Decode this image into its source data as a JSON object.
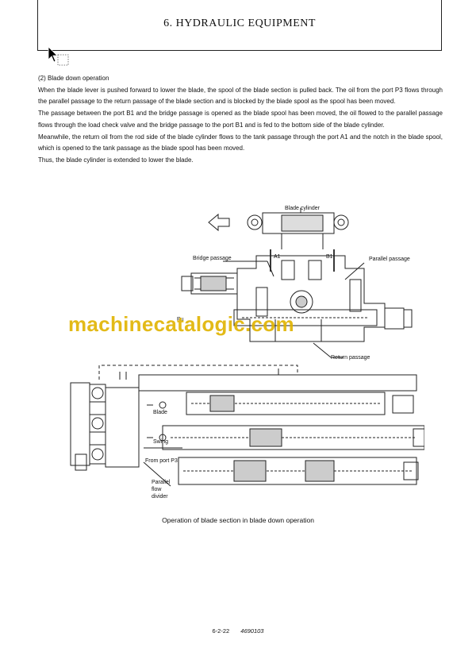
{
  "header": {
    "title": "6. HYDRAULIC EQUIPMENT"
  },
  "section": {
    "heading": "(2)  Blade down operation",
    "paragraphs": [
      "When the blade lever is pushed forward to lower the blade, the spool of the blade section is pulled back. The oil from the port P3 flows through the parallel passage to the return passage of the blade section and is blocked by the blade spool as the spool has been moved.",
      "The passage between the port B1 and the bridge passage is opened as the blade spool has been moved, the oil flowed to the parallel passage flows through the load check valve and the bridge passage to the port B1 and is fed to the bottom side of the blade cylinder.",
      "Meanwhile, the return oil from the rod side of the blade cylinder flows to the tank passage through the port A1 and the notch in the blade spool, which is opened to the tank passage as the blade spool has been moved.",
      "Thus, the blade cylinder is extended to lower the blade."
    ]
  },
  "figure": {
    "labels": {
      "blade_cylinder": "Blade cylinder",
      "bridge_passage": "Bridge passage",
      "a1": "A1",
      "b1": "B1",
      "parallel_passage": "Parallel passage",
      "return_passage": "Return passage",
      "blade": "Blade",
      "swing": "Swing",
      "from_port_p3": "From port P3",
      "parallel_flow_divider_1": "Parallel",
      "parallel_flow_divider_2": "flow",
      "parallel_flow_divider_3": "divider",
      "pu": "Pu"
    },
    "caption": "Operation of blade section in blade down operation"
  },
  "watermark": "machinecatalogic.com",
  "footer": {
    "page": "6-2-22",
    "doc_number": "4690103"
  }
}
